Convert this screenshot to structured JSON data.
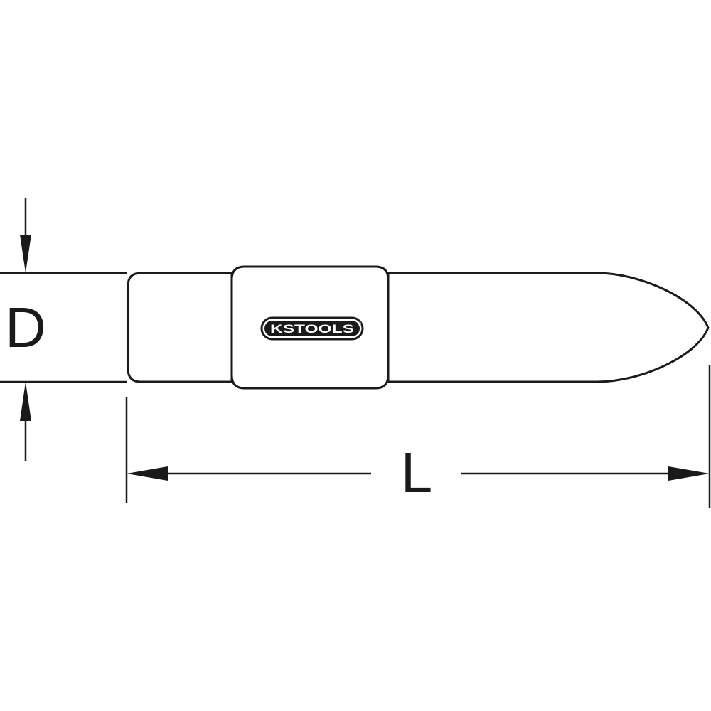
{
  "dimensions": {
    "diameter_label": "D",
    "length_label": "L"
  },
  "logo": {
    "text": "KSTOOLS"
  },
  "colors": {
    "line": "#1a1a1a",
    "background": "#ffffff"
  }
}
